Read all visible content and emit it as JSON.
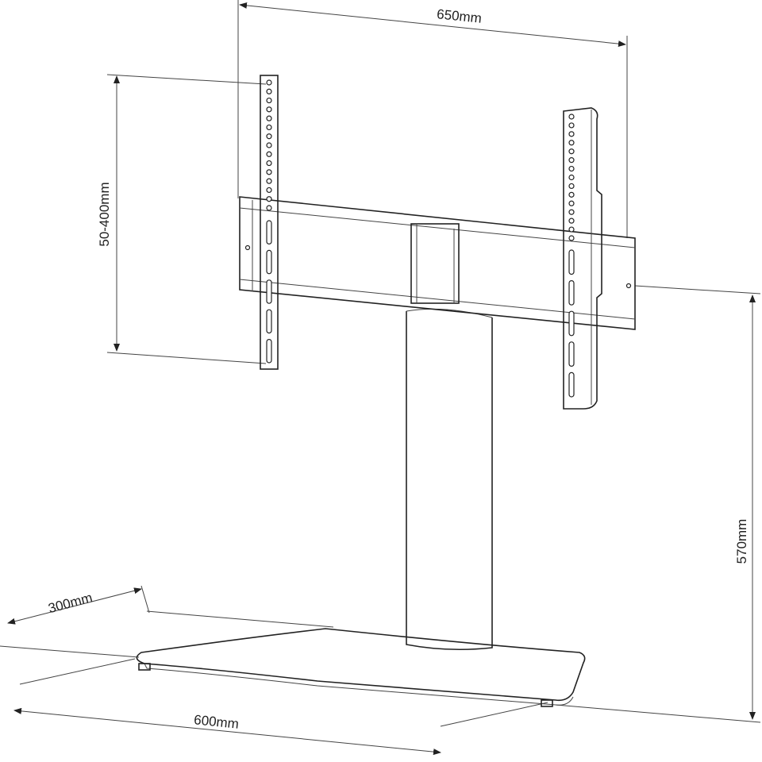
{
  "dimensions": {
    "width": "650mm",
    "vesa": "50-400mm",
    "height": "570mm",
    "depth": "300mm",
    "base_width": "600mm"
  }
}
